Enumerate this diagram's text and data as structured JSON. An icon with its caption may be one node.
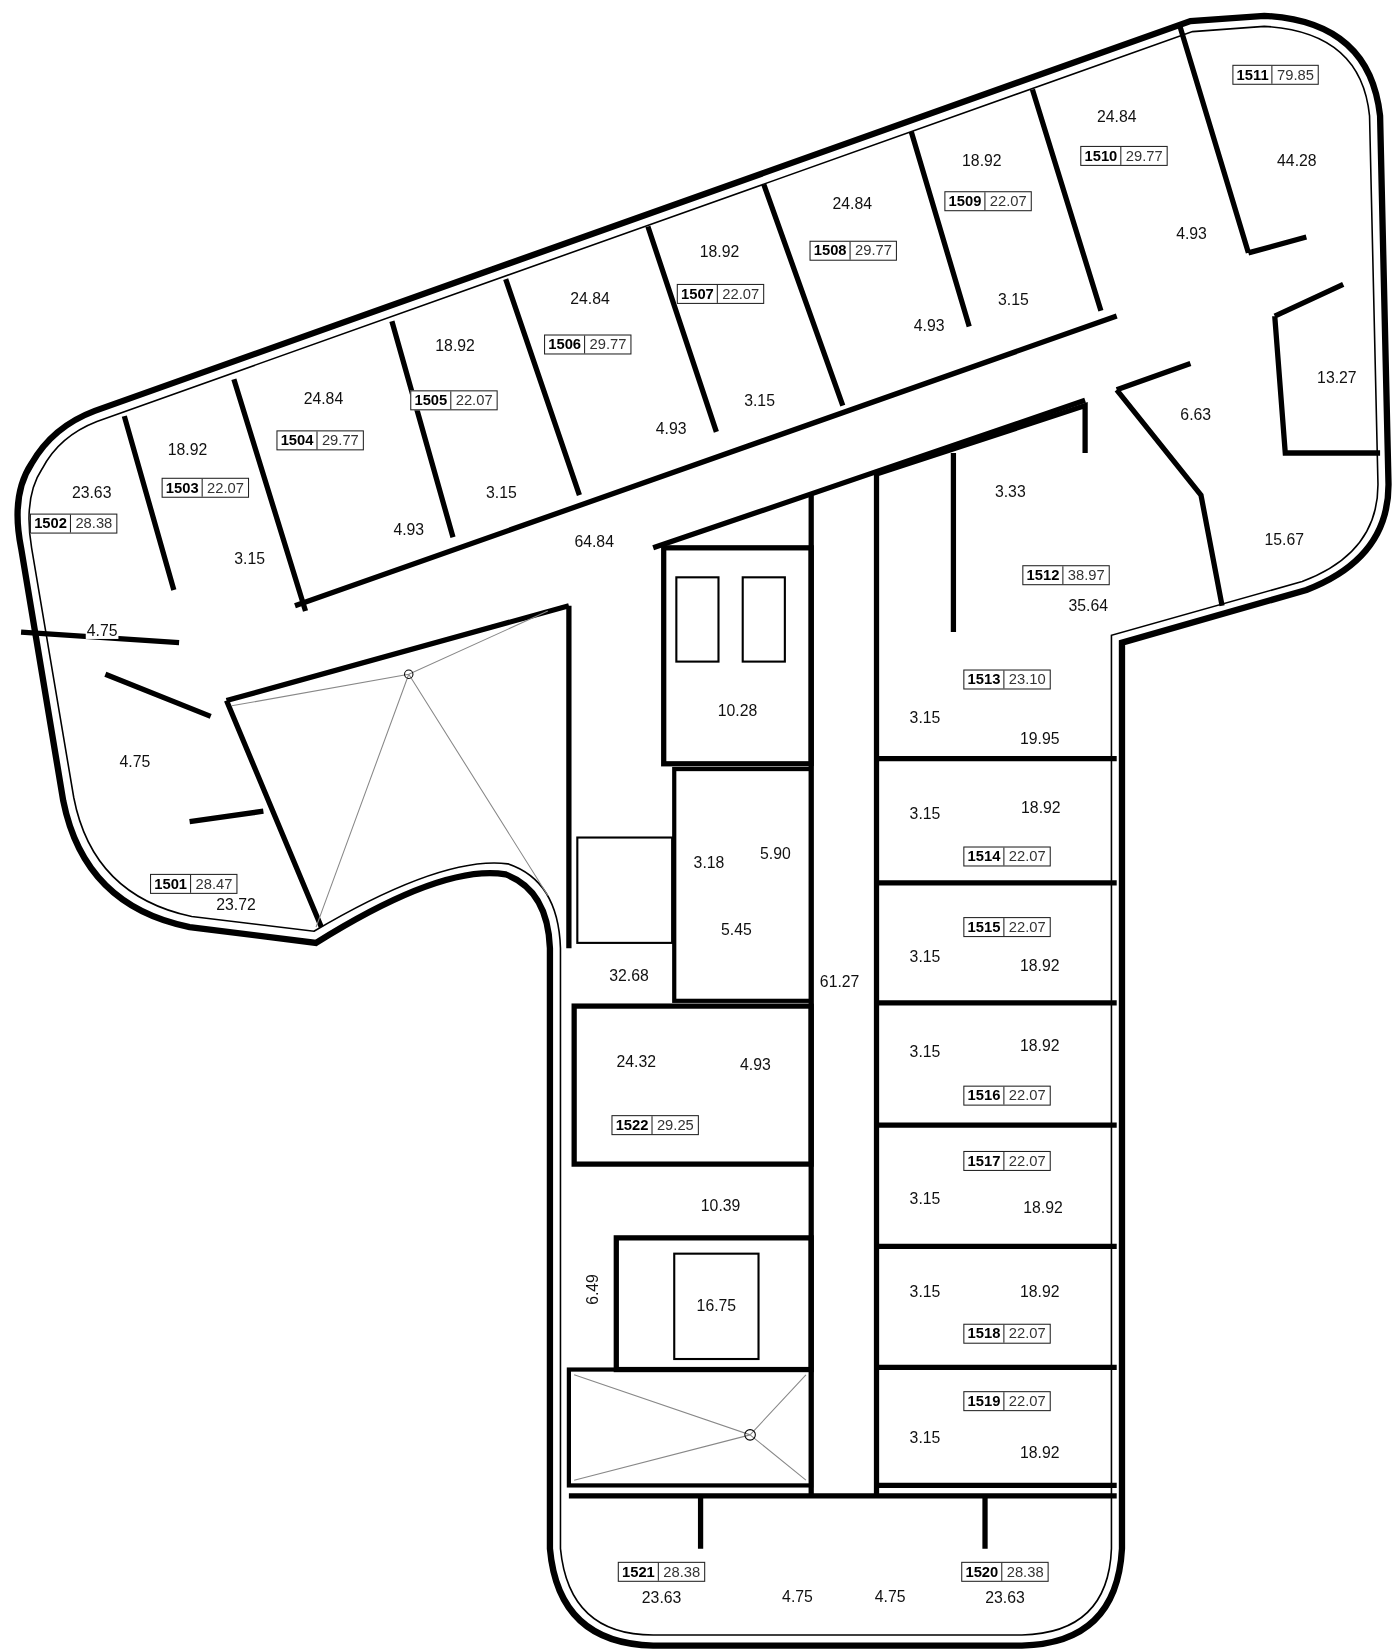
{
  "diagram": {
    "nodes": [
      {
        "text": [
          "1511",
          "79.85"
        ]
      },
      {
        "text": [
          "1510",
          "29.77"
        ]
      },
      {
        "text": [
          "1509",
          "22.07"
        ]
      },
      {
        "text": [
          "1508",
          "29.77"
        ]
      },
      {
        "text": [
          "1507",
          "22.07"
        ]
      },
      {
        "text": [
          "1506",
          "29.77"
        ]
      },
      {
        "text": [
          "1505",
          "22.07"
        ]
      },
      {
        "text": [
          "1504",
          "29.77"
        ]
      },
      {
        "text": [
          "1503",
          "22.07"
        ]
      },
      {
        "text": [
          "1502",
          "28.38"
        ]
      },
      {
        "text": [
          "1512",
          "38.97"
        ]
      },
      {
        "text": [
          "1513",
          "23.10"
        ]
      },
      {
        "text": [
          "1514",
          "22.07"
        ]
      },
      {
        "text": [
          "1501",
          "28.47"
        ]
      },
      {
        "text": [
          "1515",
          "22.07"
        ]
      },
      {
        "text": [
          "1516",
          "22.07"
        ]
      },
      {
        "text": [
          "1522",
          "29.25"
        ]
      },
      {
        "text": [
          "1517",
          "22.07"
        ]
      },
      {
        "text": [
          "1518",
          "22.07"
        ]
      },
      {
        "text": [
          "1519",
          "22.07"
        ]
      },
      {
        "text": [
          "1521",
          "28.38"
        ]
      },
      {
        "text": [
          "1520",
          "28.38"
        ]
      }
    ],
    "labels": [
      "24.84",
      "18.92",
      "44.28",
      "24.84",
      "4.93",
      "18.92",
      "24.84",
      "3.15",
      "4.93",
      "18.92",
      "13.27",
      "24.84",
      "3.15",
      "6.63",
      "4.93",
      "18.92",
      "3.33",
      "23.63",
      "3.15",
      "4.93",
      "15.67",
      "64.84",
      "3.15",
      "35.64",
      "4.75",
      "10.28",
      "3.15",
      "19.95",
      "4.75",
      "18.92",
      "3.15",
      "5.90",
      "3.18",
      "23.72",
      "5.45",
      "3.15",
      "18.92",
      "32.68",
      "61.27",
      "18.92",
      "3.15",
      "24.32",
      "4.93",
      "10.39",
      "3.15",
      "18.92",
      "6.49",
      "3.15",
      "18.92",
      "16.75",
      "3.15",
      "18.92",
      "4.75",
      "4.75",
      "23.63",
      "23.63"
    ]
  }
}
